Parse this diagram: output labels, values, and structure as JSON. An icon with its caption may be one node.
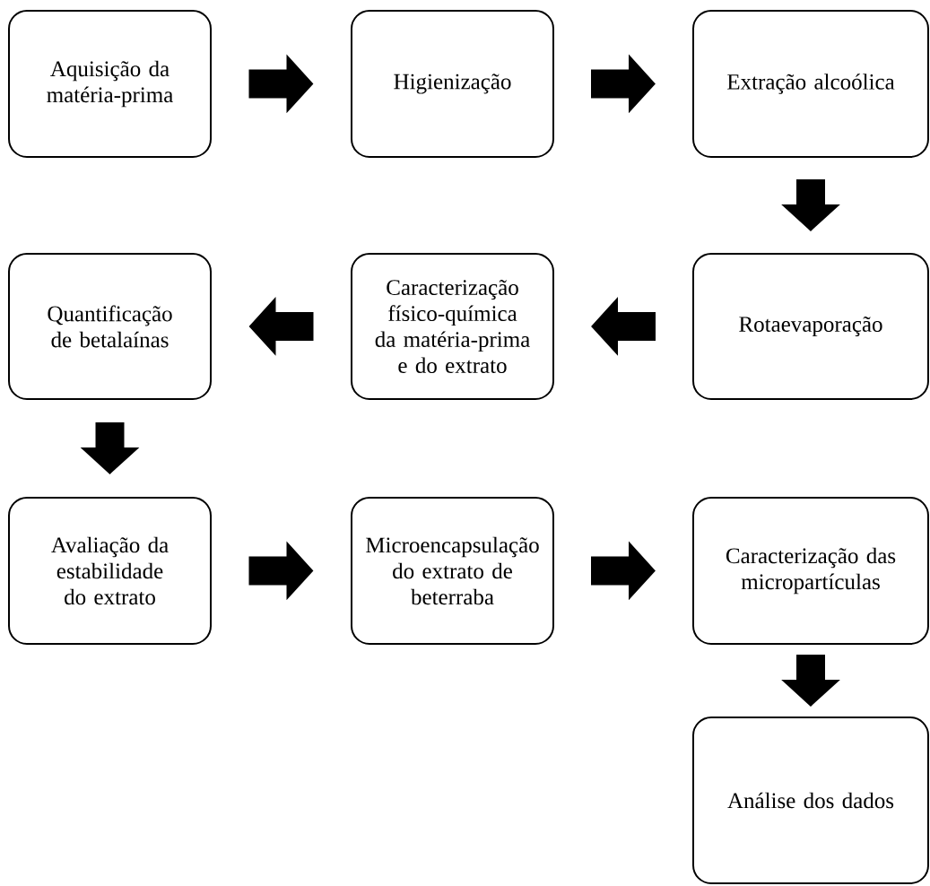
{
  "diagram": {
    "nodes": [
      {
        "text": [
          "Aquisição da matéria-prima"
        ]
      },
      {
        "text": [
          "Higienização"
        ]
      },
      {
        "text": [
          "Extração alcoólica"
        ]
      },
      {
        "text": [
          "Rotaevaporação"
        ]
      },
      {
        "text": [
          "Caracterização físico-química da matéria-prima e do extrato"
        ]
      },
      {
        "text": [
          "Quantificação de betalaínas"
        ]
      },
      {
        "text": [
          "Avaliação da estabilidade do extrato"
        ]
      },
      {
        "text": [
          "Microencapsulação do extrato de beterraba"
        ]
      },
      {
        "text": [
          "Caracterização das micropartículas"
        ]
      },
      {
        "text": [
          "Análise dos dados"
        ]
      }
    ],
    "edges": [
      {
        "from": 0,
        "to": 1,
        "arrow": "to"
      },
      {
        "from": 1,
        "to": 2,
        "arrow": "to"
      },
      {
        "from": 2,
        "to": 3,
        "arrow": "to"
      },
      {
        "from": 3,
        "to": 4,
        "arrow": "to"
      },
      {
        "from": 4,
        "to": 5,
        "arrow": "to"
      },
      {
        "from": 5,
        "to": 6,
        "arrow": "to"
      },
      {
        "from": 6,
        "to": 7,
        "arrow": "to"
      },
      {
        "from": 7,
        "to": 8,
        "arrow": "to"
      },
      {
        "from": 8,
        "to": 9,
        "arrow": "to"
      }
    ]
  }
}
